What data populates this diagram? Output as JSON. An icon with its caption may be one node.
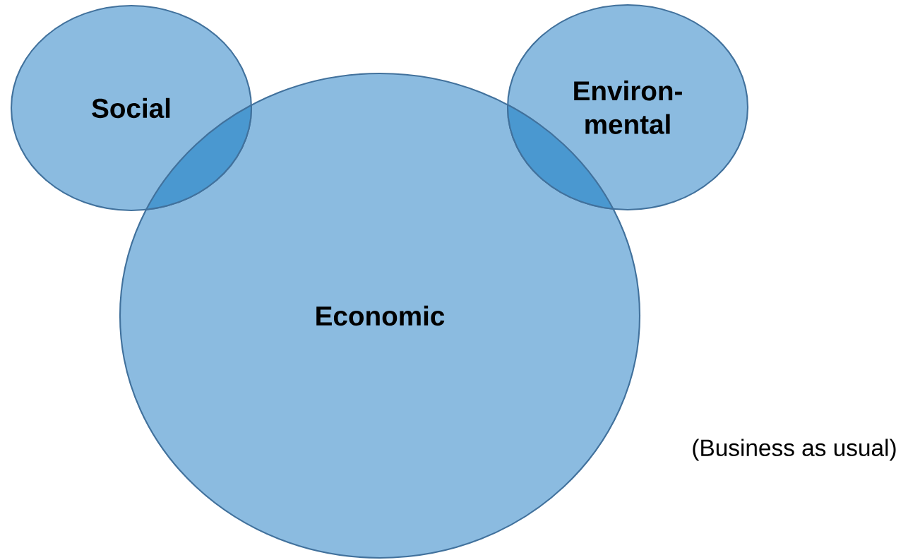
{
  "diagram": {
    "nodes": [
      {
        "text": [
          "Social"
        ]
      },
      {
        "text": [
          "Environ- mental"
        ]
      },
      {
        "text": [
          "Economic"
        ]
      }
    ],
    "labels": [
      "(Business as usual)"
    ]
  }
}
